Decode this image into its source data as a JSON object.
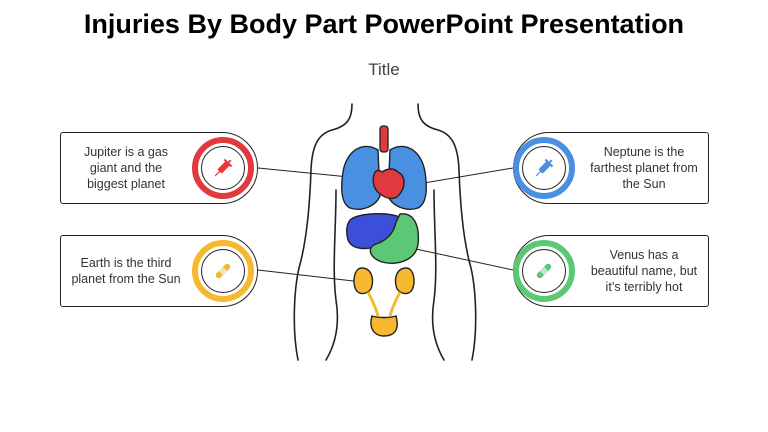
{
  "title": "Injuries By Body Part PowerPoint Presentation",
  "subtitle": "Title",
  "colors": {
    "red": "#e0393e",
    "blue": "#4a90e2",
    "yellow": "#f5b82e",
    "green": "#5cc875",
    "liver_blue": "#3b4fd8"
  },
  "cards": [
    {
      "text": "Jupiter is a gas giant and the biggest planet",
      "icon": "syringe-icon",
      "color": "#e0393e"
    },
    {
      "text": "Earth is the third planet from the Sun",
      "icon": "bandage-icon",
      "color": "#f5b82e"
    },
    {
      "text": "Neptune is the farthest planet from the Sun",
      "icon": "syringe-icon",
      "color": "#4a90e2"
    },
    {
      "text": "Venus has a beautiful name, but it’s terribly hot",
      "icon": "bandage-icon",
      "color": "#5cc875"
    }
  ]
}
